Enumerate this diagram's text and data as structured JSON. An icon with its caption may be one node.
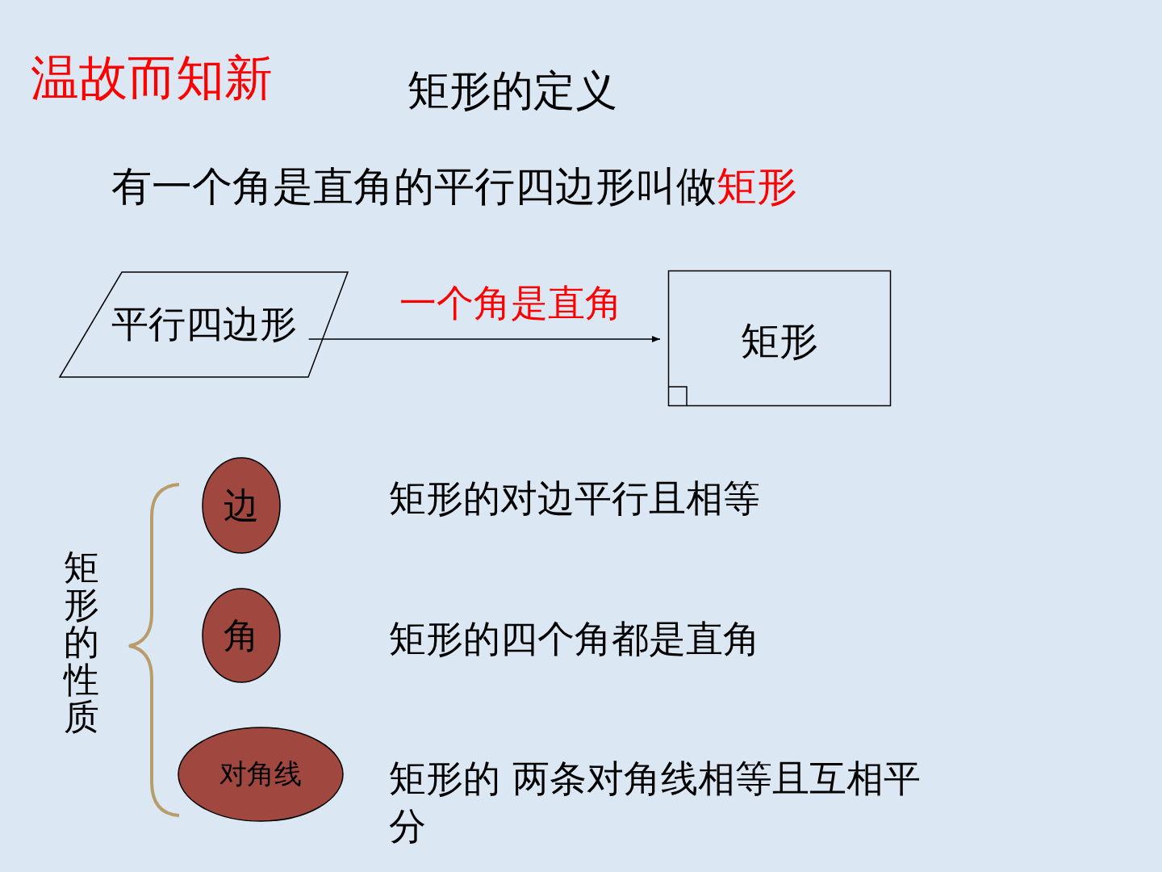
{
  "diagram": {
    "title": "温故而知新",
    "nodes": [
      {
        "text": [
          "平行四边形"
        ]
      },
      {
        "text": [
          "矩形"
        ]
      },
      {
        "text": [
          "边"
        ],
        "beside": [
          "矩形的对边平行且相等"
        ]
      },
      {
        "text": [
          "角"
        ],
        "beside": [
          "矩形的四个角都是直角"
        ]
      },
      {
        "text": [
          "对角线"
        ],
        "beside": [
          "矩形的 两条对角线相等且互相平分"
        ]
      }
    ],
    "edges": [
      {
        "from": 0,
        "to": 1,
        "arrow": "to",
        "label": "一个角是直角"
      }
    ],
    "labels": [
      "矩形的定义",
      "有一个角是直角的平行四边形叫做",
      "矩形",
      "矩形的性质"
    ]
  }
}
